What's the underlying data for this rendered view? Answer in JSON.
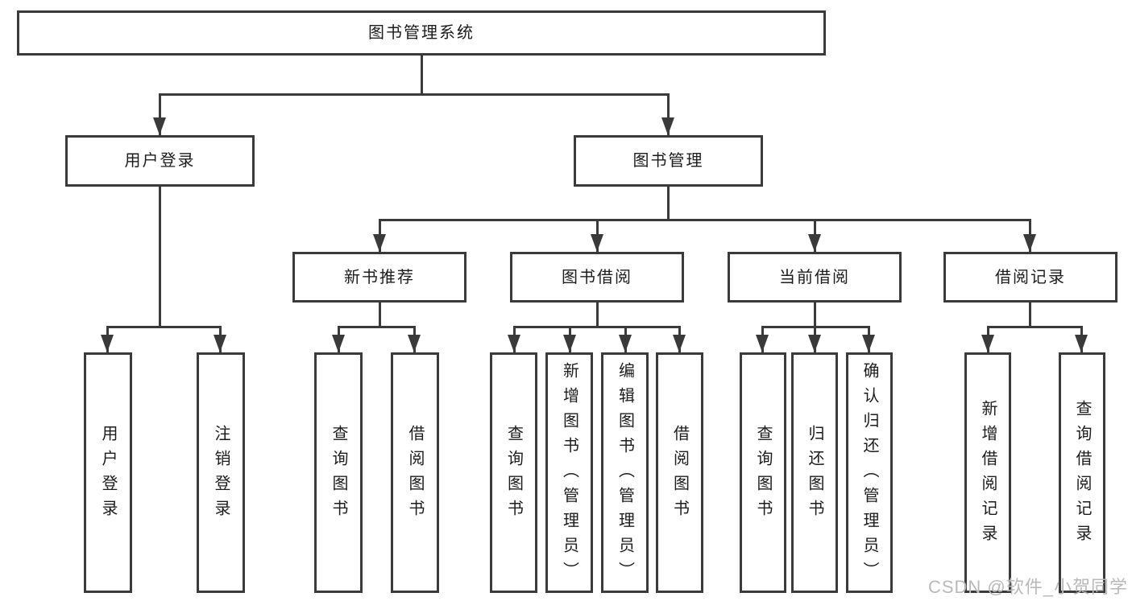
{
  "diagram_type": "hierarchy-tree",
  "nodes": {
    "root": {
      "label": "图书管理系统"
    },
    "userLogin": {
      "label": "用户登录"
    },
    "bookMgmt": {
      "label": "图书管理"
    },
    "newBookRec": {
      "label": "新书推荐"
    },
    "bookBorrow": {
      "label": "图书借阅"
    },
    "currentBorrow": {
      "label": "当前借阅"
    },
    "borrowRecord": {
      "label": "借阅记录"
    },
    "leafUserLogin": {
      "label": "用户登录"
    },
    "leafLogout": {
      "label": "注销登录"
    },
    "recQueryBook": {
      "label": "查询图书"
    },
    "recBorrowBook": {
      "label": "借阅图书"
    },
    "bbQueryBook": {
      "label": "查询图书"
    },
    "bbAddBook": {
      "label": "新增图书（管理员）"
    },
    "bbEditBook": {
      "label": "编辑图书（管理员）"
    },
    "bbBorrowBook": {
      "label": "借阅图书"
    },
    "cbQueryBook": {
      "label": "查询图书"
    },
    "cbReturnBook": {
      "label": "归还图书"
    },
    "cbConfirmReturn": {
      "label": "确认归还（管理员）"
    },
    "brAddRecord": {
      "label": "新增借阅记录"
    },
    "brQueryRecord": {
      "label": "查询借阅记录"
    }
  },
  "hierarchy": {
    "图书管理系统": {
      "用户登录": [
        "用户登录",
        "注销登录"
      ],
      "图书管理": {
        "新书推荐": [
          "查询图书",
          "借阅图书"
        ],
        "图书借阅": [
          "查询图书",
          "新增图书（管理员）",
          "编辑图书（管理员）",
          "借阅图书"
        ],
        "当前借阅": [
          "查询图书",
          "归还图书",
          "确认归还（管理员）"
        ],
        "借阅记录": [
          "新增借阅记录",
          "查询借阅记录"
        ]
      }
    }
  },
  "watermark": {
    "text": "CSDN @软件_小贺同学"
  },
  "colors": {
    "line": "#3a3a3a",
    "box_border": "#3a3a3a",
    "box_fill": "#ffffff",
    "text": "#1c1c1c",
    "watermark": "#b9b9b9",
    "background": "#ffffff"
  }
}
